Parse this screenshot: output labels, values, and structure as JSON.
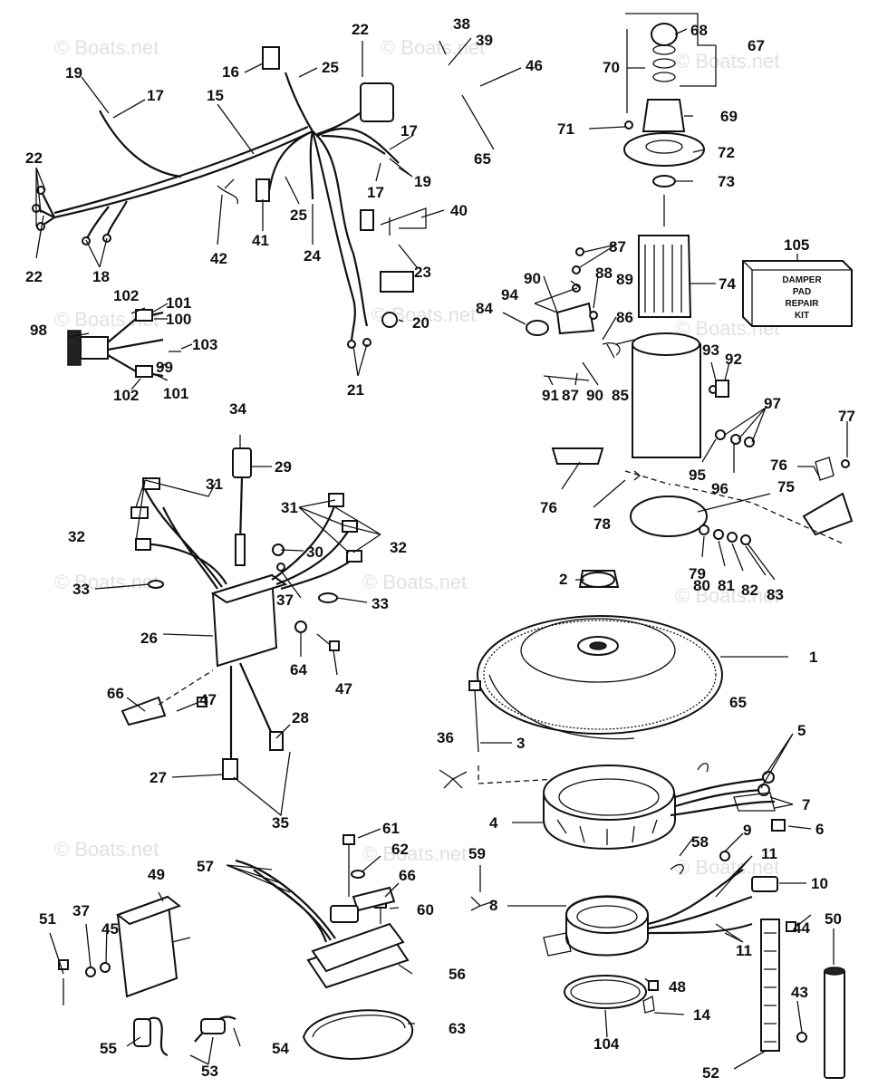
{
  "watermark": "© Boats.net",
  "kit_box": {
    "lines": [
      "DAMPER",
      "PAD",
      "REPAIR",
      "KIT"
    ]
  },
  "labels": {
    "p1": "1",
    "p2": "2",
    "p3": "3",
    "p4": "4",
    "p5": "5",
    "p6": "6",
    "p7": "7",
    "p8": "8",
    "p9": "9",
    "p10": "10",
    "p11a": "11",
    "p11b": "11",
    "p14": "14",
    "p15": "15",
    "p16": "16",
    "p17a": "17",
    "p17b": "17",
    "p17c": "17",
    "p18": "18",
    "p19a": "19",
    "p19b": "19",
    "p20": "20",
    "p21": "21",
    "p22a": "22",
    "p22b": "22",
    "p22c": "22",
    "p23": "23",
    "p24": "24",
    "p25a": "25",
    "p25b": "25",
    "p26": "26",
    "p27": "27",
    "p28": "28",
    "p29": "29",
    "p30": "30",
    "p31a": "31",
    "p31b": "31",
    "p32a": "32",
    "p32b": "32",
    "p33a": "33",
    "p33b": "33",
    "p34": "34",
    "p35": "35",
    "p36": "36",
    "p37a": "37",
    "p37b": "37",
    "p38": "38",
    "p39": "39",
    "p40": "40",
    "p41": "41",
    "p42": "42",
    "p43": "43",
    "p44": "44",
    "p45": "45",
    "p46": "46",
    "p47a": "47",
    "p47b": "47",
    "p48": "48",
    "p49": "49",
    "p50": "50",
    "p51": "51",
    "p52": "52",
    "p53": "53",
    "p54": "54",
    "p55": "55",
    "p56": "56",
    "p57": "57",
    "p58": "58",
    "p59": "59",
    "p60": "60",
    "p61": "61",
    "p62": "62",
    "p63": "63",
    "p64": "64",
    "p65a": "65",
    "p65b": "65",
    "p66a": "66",
    "p66b": "66",
    "p67": "67",
    "p68": "68",
    "p69": "69",
    "p70": "70",
    "p71": "71",
    "p72": "72",
    "p73": "73",
    "p74": "74",
    "p75": "75",
    "p76a": "76",
    "p76b": "76",
    "p77": "77",
    "p78": "78",
    "p79": "79",
    "p80": "80",
    "p81": "81",
    "p82": "82",
    "p83": "83",
    "p84": "84",
    "p85": "85",
    "p86": "86",
    "p87a": "87",
    "p87b": "87",
    "p88": "88",
    "p89": "89",
    "p90a": "90",
    "p90b": "90",
    "p91": "91",
    "p92": "92",
    "p93": "93",
    "p94": "94",
    "p95": "95",
    "p96": "96",
    "p97": "97",
    "p98": "98",
    "p99": "99",
    "p100": "100",
    "p101a": "101",
    "p101b": "101",
    "p102a": "102",
    "p102b": "102",
    "p103": "103",
    "p104": "104",
    "p105": "105"
  }
}
